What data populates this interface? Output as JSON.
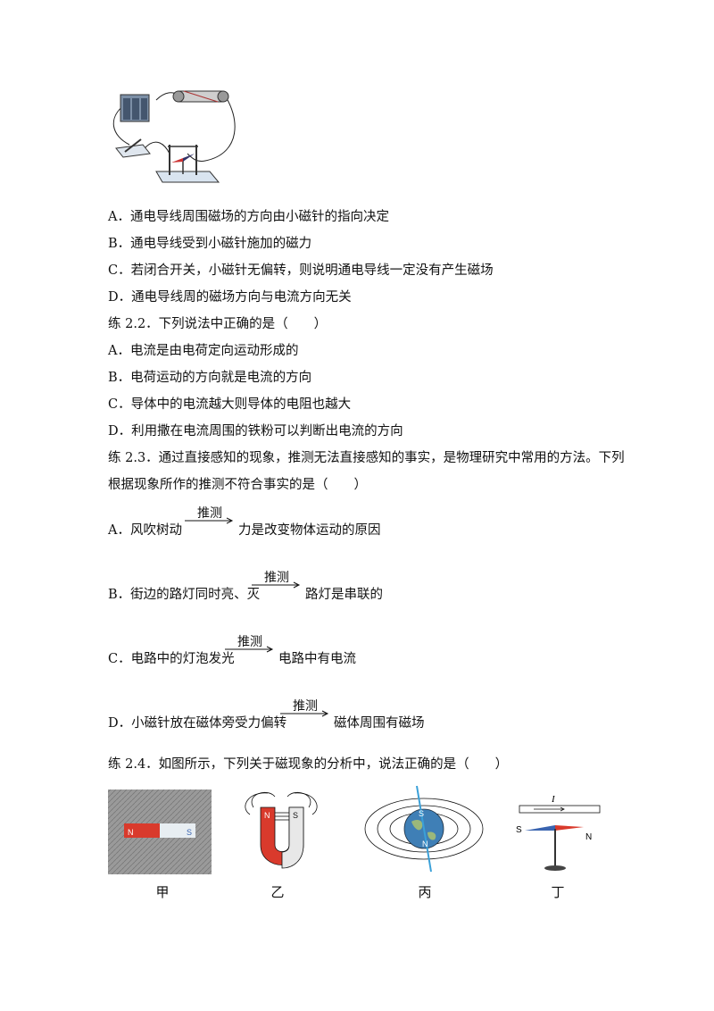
{
  "q21_options": [
    "A．通电导线周围磁场的方向由小磁针的指向决定",
    "B．通电导线受到小磁针施加的磁力",
    "C．若闭合开关，小磁针无偏转，则说明通电导线一定没有产生磁场",
    "D．通电导线周的磁场方向与电流方向无关"
  ],
  "q22": {
    "stem": "练 2.2．下列说法中正确的是（　　）",
    "options": [
      "A．电流是由电荷定向运动形成的",
      "B．电荷运动的方向就是电流的方向",
      "C．导体中的电流越大则导体的电阻也越大",
      "D．利用撒在电流周围的铁粉可以判断出电流的方向"
    ]
  },
  "q23": {
    "stem_line1": "练 2.3．通过直接感知的现象，推测无法直接感知的事实，是物理研究中常用的方法。下列",
    "stem_line2": "根据现象所作的推测不符合事实的是（　　）",
    "infer_label": "推测",
    "options": [
      {
        "before": "A．风吹树动",
        "after": "力是改变物体运动的原因"
      },
      {
        "before": "B．街边的路灯同时亮、灭",
        "after": "路灯是串联的"
      },
      {
        "before": "C．电路中的灯泡发光",
        "after": "电路中有电流"
      },
      {
        "before": "D．小磁针放在磁体旁受力偏转",
        "after": "磁体周围有磁场"
      }
    ]
  },
  "q24": {
    "stem": "练 2.4．如图所示，下列关于磁现象的分析中，说法正确的是（　　）",
    "captions": [
      "甲",
      "乙",
      "丙",
      "丁"
    ],
    "labels": {
      "N": "N",
      "S": "S",
      "I": "I"
    }
  }
}
